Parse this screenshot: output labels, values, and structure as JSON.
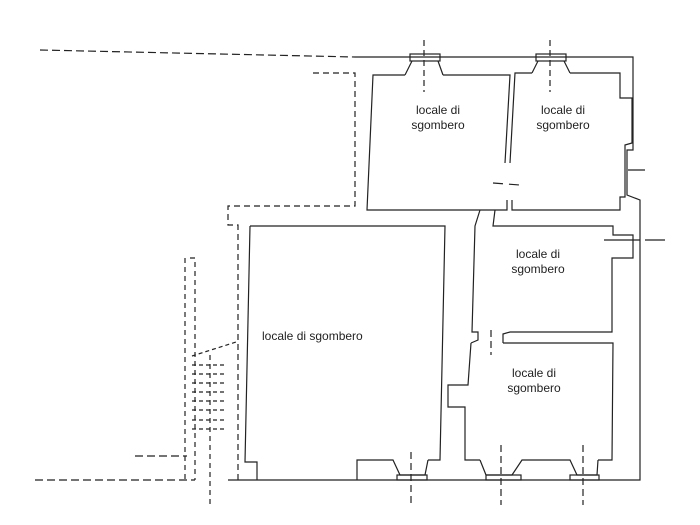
{
  "rooms": [
    {
      "line1": "locale di",
      "line2": "sgombero"
    },
    {
      "line1": "locale di",
      "line2": "sgombero"
    },
    {
      "line1": "locale di",
      "line2": "sgombero"
    },
    {
      "line1": "locale di",
      "line2": "sgombero"
    },
    {
      "line1": "locale di sgombero"
    }
  ],
  "colors": {
    "wall": "#222222",
    "background": "#ffffff"
  }
}
